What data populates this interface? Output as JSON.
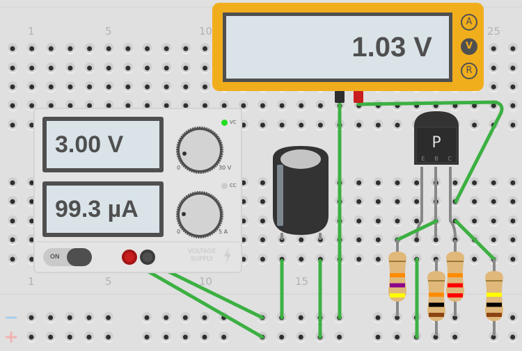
{
  "breadboard": {
    "column_labels_top": [
      "1",
      "5",
      "10",
      "25"
    ],
    "column_labels_bottom": [
      "1",
      "5",
      "10",
      "15"
    ],
    "rail_minus": "−",
    "rail_plus": "+",
    "colors": {
      "board": "#e0e0e0",
      "wire": "#3cb043",
      "hole": "#2e2e2e"
    }
  },
  "multimeter": {
    "reading": "1.03 V",
    "modes": [
      {
        "label": "A",
        "active": false
      },
      {
        "label": "V",
        "active": true
      },
      {
        "label": "R",
        "active": false
      }
    ],
    "probe_colors": {
      "negative": "#2e2e2e",
      "positive": "#c81e1e"
    },
    "body_color": "#f0ae1d"
  },
  "power_supply": {
    "voltage_display": "3.00 V",
    "current_display": "99.3 µA",
    "voltage_knob": {
      "min_label": "0",
      "max_label": "30 V"
    },
    "current_knob": {
      "min_label": "0",
      "max_label": "5 A"
    },
    "indicators": [
      {
        "label": "VC",
        "on": true,
        "color": "#22dd22"
      },
      {
        "label": "CC",
        "on": false,
        "color": "#cccccc"
      }
    ],
    "power_switch_label": "ON",
    "brand_text_line1": "VOLTAGE",
    "brand_text_line2": "SUPPLY"
  },
  "components": {
    "transistor": {
      "type_label": "P",
      "pins": [
        "E",
        "B",
        "C"
      ]
    },
    "capacitor": {
      "type": "electrolytic"
    },
    "resistors": [
      {
        "bands": [
          "#ff8c00",
          "#8b008b",
          "#ffff00"
        ]
      },
      {
        "bands": [
          "#ff8c00",
          "#000000",
          "#8b4513"
        ]
      },
      {
        "bands": [
          "#ff8c00",
          "#ff0000",
          "#ff0000"
        ]
      },
      {
        "bands": [
          "#ffff00",
          "#000000",
          "#8b4513"
        ]
      }
    ]
  }
}
